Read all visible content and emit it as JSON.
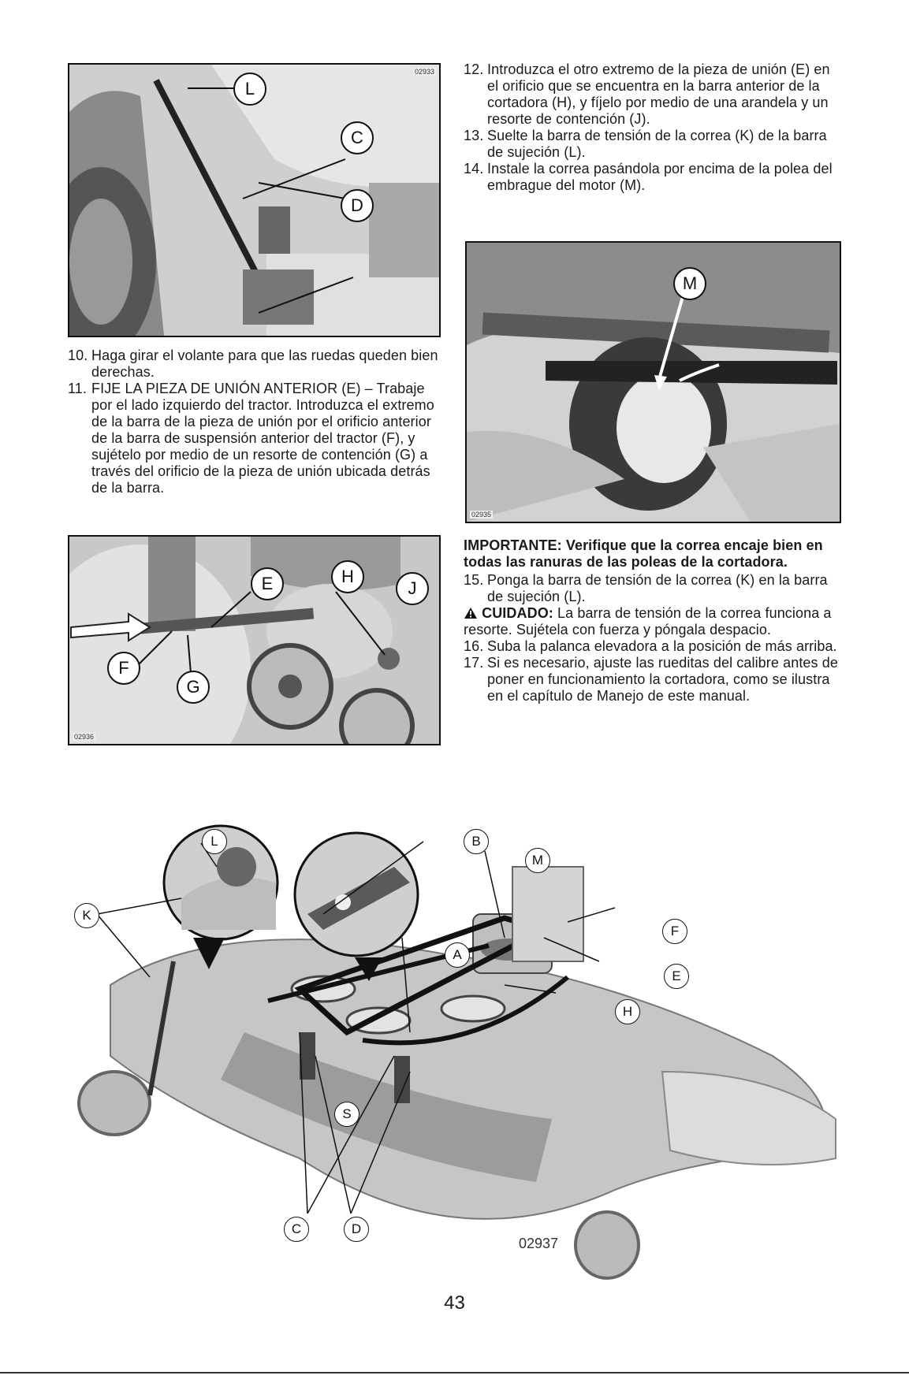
{
  "figures": {
    "fig1": {
      "code": "02933",
      "callouts": [
        "L",
        "C",
        "D"
      ]
    },
    "fig2": {
      "code": "02935",
      "callouts": [
        "M"
      ]
    },
    "fig3": {
      "code": "02936",
      "callouts": [
        "E",
        "H",
        "J",
        "F",
        "G"
      ]
    },
    "fig4": {
      "code": "02937",
      "callouts": [
        "L",
        "B",
        "M",
        "K",
        "F",
        "E",
        "A",
        "H",
        "S",
        "C",
        "D"
      ]
    }
  },
  "left_steps": [
    {
      "num": "10.",
      "text": "Haga girar el volante para que las ruedas queden bien derechas."
    },
    {
      "num": "11.",
      "text": "FIJE LA PIEZA DE UNIÓN ANTERIOR (E) – Trabaje por el lado izquierdo del tractor. Introduzca el extremo de la barra de la pieza de unión por el orificio anterior de la barra de suspensión anterior del tractor (F), y sujételo por medio de un resorte de contención (G) a través del orificio de la pieza de unión ubicada detrás de la barra."
    }
  ],
  "right_steps_top": [
    {
      "num": "12.",
      "text": "Introduzca el otro extremo de la pieza de unión (E) en el orificio que se encuentra en la barra anterior de la cortadora (H), y fíjelo por medio de una arandela y un resorte de contención (J)."
    },
    {
      "num": "13.",
      "text": "Suelte la barra de tensión de la correa (K) de la barra de sujeción (L)."
    },
    {
      "num": "14.",
      "text": "Instale la correa pasándola por encima de la polea del embrague del motor (M)."
    }
  ],
  "important": "IMPORTANTE: Verifique que la correa encaje bien en todas las ranuras de las poleas de la cortadora.",
  "step15": {
    "num": "15.",
    "text": "Ponga la barra de tensión de la correa (K) en la barra de sujeción (L)."
  },
  "caution": {
    "label": "CUIDADO:",
    "text": "La barra de tensión de la correa funciona a resorte. Sujétela con fuerza y póngala despacio."
  },
  "right_steps_bottom": [
    {
      "num": "16.",
      "text": "Suba la palanca elevadora a la posición de más arriba."
    },
    {
      "num": "17.",
      "text": "Si es necesario, ajuste las rueditas del calibre antes de poner en funcionamiento la cortadora, como se ilustra en el capítulo de Manejo de este manual."
    }
  ],
  "page_number": "43"
}
